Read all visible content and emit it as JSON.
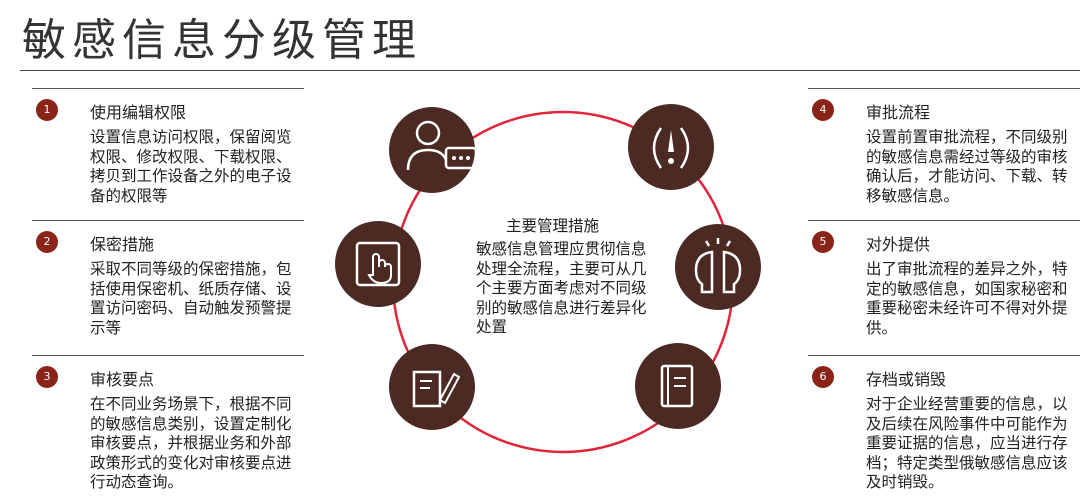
{
  "title": "敏感信息分级管理",
  "center": {
    "title": "主要管理措施",
    "body": "敏感信息管理应贯彻信息处理全流程，主要可从几个主要方面考虑对不同级别的敏感信息进行差异化处置"
  },
  "items": [
    {
      "num": "1",
      "head": "使用编辑权限",
      "body": "设置信息访问权限，保留阅览权限、修改权限、下载权限、拷贝到工作设备之外的电子设备的权限等"
    },
    {
      "num": "2",
      "head": "保密措施",
      "body": "采取不同等级的保密措施，包括使用保密机、纸质存储、设置访问密码、自动触发预警提示等"
    },
    {
      "num": "3",
      "head": "审核要点",
      "body": "在不同业务场景下，根据不同的敏感信息类别，设置定制化审核要点，并根据业务和外部政策形式的变化对审核要点进行动态查询。"
    },
    {
      "num": "4",
      "head": "审批流程",
      "body": "设置前置审批流程，不同级别的敏感信息需经过等级的审核确认后，才能访问、下载、转移敏感信息。"
    },
    {
      "num": "5",
      "head": "对外提供",
      "body": "出了审批流程的差异之外，特定的敏感信息，如国家秘密和重要秘密未经许可不得对外提供。"
    },
    {
      "num": "6",
      "head": "存档或销毁",
      "body": "对于企业经营重要的信息，以及后续在风险事件中可能作为重要证据的信息，应当进行存档；特定类型俄敏感信息应该及时销毁。"
    }
  ],
  "colors": {
    "accent": "#8a2418",
    "node": "#4a2a22",
    "ring": "#e0243a"
  },
  "icons": [
    "user-chat-icon",
    "alert-icon",
    "hand-touch-icon",
    "thinking-heads-icon",
    "document-sign-icon",
    "book-icon"
  ]
}
